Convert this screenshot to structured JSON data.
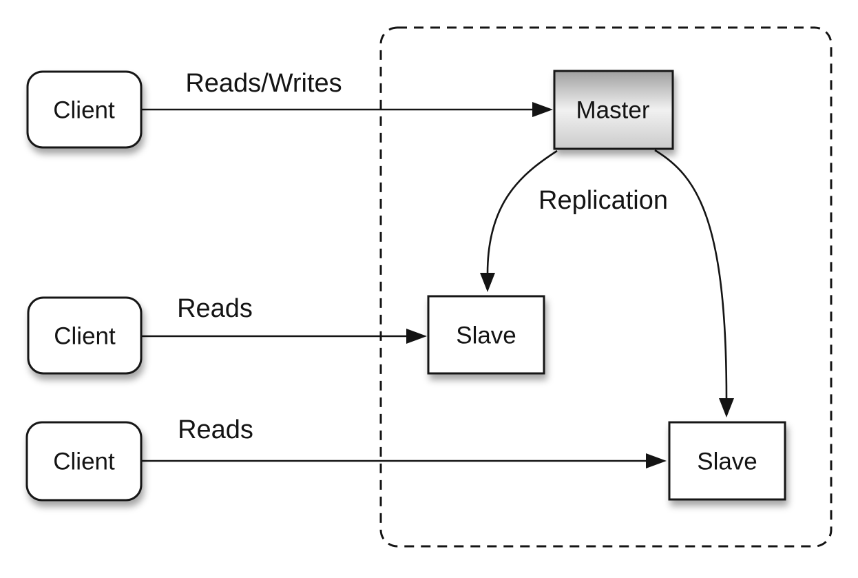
{
  "diagram": {
    "type": "master-slave-replication",
    "nodes": {
      "client1": {
        "label": "Client"
      },
      "client2": {
        "label": "Client"
      },
      "client3": {
        "label": "Client"
      },
      "master": {
        "label": "Master"
      },
      "slave1": {
        "label": "Slave"
      },
      "slave2": {
        "label": "Slave"
      }
    },
    "edges": {
      "client1_to_master": {
        "label": "Reads/Writes"
      },
      "client2_to_slave1": {
        "label": "Reads"
      },
      "client3_to_slave2": {
        "label": "Reads"
      },
      "master_to_slaves": {
        "label": "Replication"
      }
    },
    "colors": {
      "background": "#ffffff",
      "stroke": "#141414",
      "node_fill": "#ffffff",
      "master_gradient_top": "#a0a0a0",
      "master_gradient_mid": "#f1f1f1",
      "master_gradient_bottom": "#cbcbcb"
    }
  }
}
